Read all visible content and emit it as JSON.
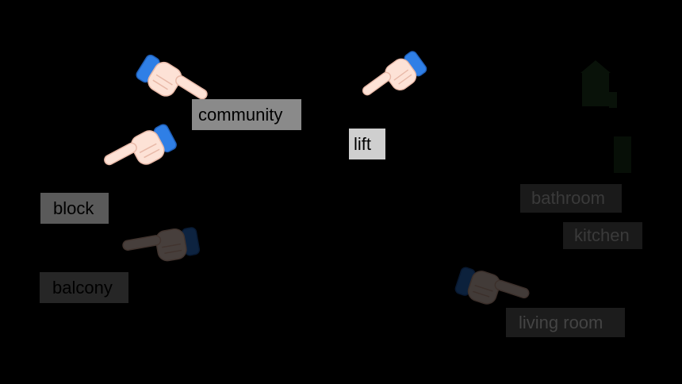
{
  "slide": {
    "background": "#000000",
    "labels": {
      "community": "community",
      "lift": "lift",
      "block": "block",
      "balcony": "balcony",
      "bathroom": "bathroom",
      "kitchen": "kitchen",
      "living_room": "living room"
    },
    "colors": {
      "cuff": "#2f7fe6",
      "skin": "#fde2d6",
      "box_bright": "#8a8a8a",
      "box_lift": "#cfcfcf"
    },
    "icons": [
      "pointing-hand-icon",
      "building-icon"
    ]
  }
}
